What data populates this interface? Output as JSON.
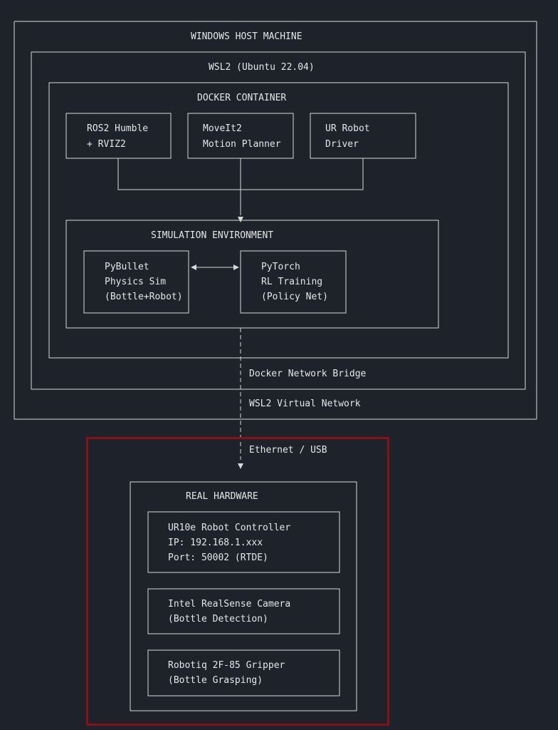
{
  "diagram": {
    "title_host": "WINDOWS HOST MACHINE",
    "title_wsl": "WSL2 (Ubuntu 22.04)",
    "title_docker": "DOCKER CONTAINER",
    "ros": {
      "line1": "ROS2 Humble",
      "line2": "+ RVIZ2"
    },
    "moveit": {
      "line1": "MoveIt2",
      "line2": "Motion Planner"
    },
    "ur_driver": {
      "line1": "UR Robot",
      "line2": "Driver"
    },
    "sim_title": "SIMULATION ENVIRONMENT",
    "pybullet": {
      "line1": "PyBullet",
      "line2": "Physics Sim",
      "line3": "(Bottle+Robot)"
    },
    "pytorch": {
      "line1": "PyTorch",
      "line2": "RL Training",
      "line3": "(Policy Net)"
    },
    "link_docker_bridge": "Docker Network Bridge",
    "link_wsl_net": "WSL2 Virtual Network",
    "link_ethernet": "Ethernet / USB",
    "hw_title": "REAL HARDWARE",
    "ur10e": {
      "line1": "UR10e Robot Controller",
      "line2": "IP: 192.168.1.xxx",
      "line3": "Port: 50002 (RTDE)"
    },
    "camera": {
      "line1": "Intel RealSense Camera",
      "line2": "(Bottle Detection)"
    },
    "gripper": {
      "line1": "Robotiq 2F-85 Gripper",
      "line2": "(Bottle Grasping)"
    },
    "arrow_down": "▼",
    "arrow_double": "◄───►"
  },
  "colors": {
    "background": "#1e222a",
    "line": "#d8d8d8",
    "text": "#e6e6e6",
    "highlight": "#8a0f1b"
  }
}
